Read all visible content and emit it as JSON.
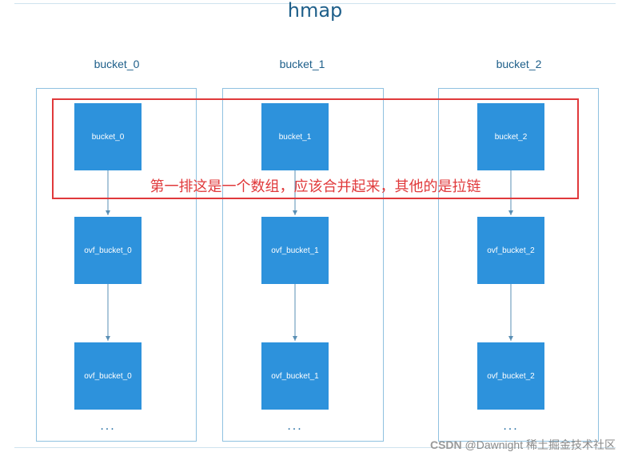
{
  "diagram": {
    "title": "hmap",
    "columns": [
      {
        "label": "bucket_0",
        "boxes": [
          "bucket_0",
          "ovf_bucket_0",
          "ovf_bucket_0"
        ],
        "ellipsis": "..."
      },
      {
        "label": "bucket_1",
        "boxes": [
          "bucket_1",
          "ovf_bucket_1",
          "ovf_bucket_1"
        ],
        "ellipsis": "..."
      },
      {
        "label": "bucket_2",
        "boxes": [
          "bucket_2",
          "ovf_bucket_2",
          "ovf_bucket_2"
        ],
        "ellipsis": "..."
      }
    ],
    "annotation": "第一排这是一个数组，应该合并起来，其他的是拉链",
    "colors": {
      "box_fill": "#2d92dc",
      "frame": "#8fc1e0",
      "label": "#1e5f8a",
      "annotation": "#e0393b"
    }
  },
  "watermark": {
    "csdn": "CSDN",
    "handle": "@Dawnight",
    "site": "稀土掘金技术社区"
  }
}
